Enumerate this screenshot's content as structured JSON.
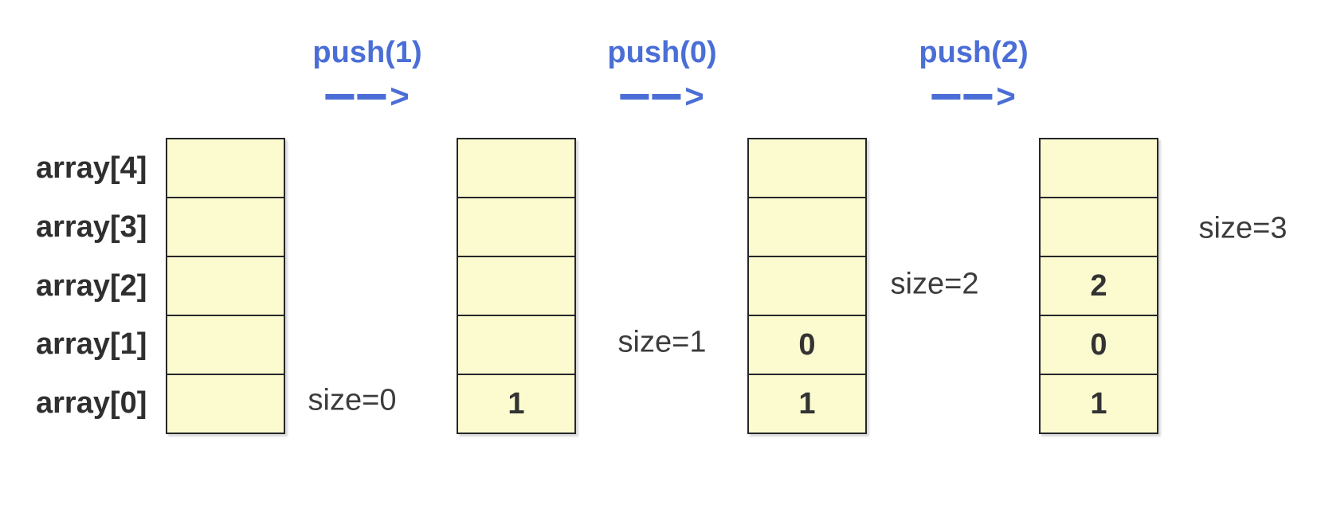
{
  "colors": {
    "accent_blue": "#4B6ED6",
    "cell_fill": "#FBFBCF",
    "cell_border": "#26262A",
    "array_label": "#2F2F2F",
    "size_label": "#3C3C3C",
    "cell_value": "#333333"
  },
  "icons": {
    "push_arrow_head": ">"
  },
  "array_labels": [
    "array[4]",
    "array[3]",
    "array[2]",
    "array[1]",
    "array[0]"
  ],
  "operations": [
    {
      "label": "push(1)"
    },
    {
      "label": "push(0)"
    },
    {
      "label": "push(2)"
    }
  ],
  "states": [
    {
      "size_label": "size=0",
      "cells": [
        "",
        "",
        "",
        "",
        ""
      ]
    },
    {
      "size_label": "size=1",
      "cells": [
        "",
        "",
        "",
        "",
        "1"
      ]
    },
    {
      "size_label": "size=2",
      "cells": [
        "",
        "",
        "",
        "0",
        "1"
      ]
    },
    {
      "size_label": "size=3",
      "cells": [
        "",
        "",
        "2",
        "0",
        "1"
      ]
    }
  ]
}
